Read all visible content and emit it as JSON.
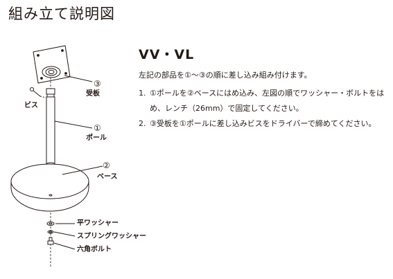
{
  "page_title": "組み立て説明図",
  "model": "VV・VL",
  "intro": "左記の部品を①～③の順に差し込み組み付けます。",
  "steps": [
    {
      "num": "1.",
      "text": "①ポールを②ベースにはめ込み、左図の順でワッシャー・ボルトをはめ、レンチ（26mm）で固定してください。"
    },
    {
      "num": "2.",
      "text": "③受板を①ポールに差し込みビスをドライバーで締めてください。"
    }
  ],
  "diagram": {
    "parts": [
      {
        "num": "③",
        "label": "受板"
      },
      {
        "num": "①",
        "label": "ポール"
      },
      {
        "num": "②",
        "label": "ベース"
      }
    ],
    "screw_label": "ビス",
    "hardware": [
      "平ワッシャー",
      "スプリングワッシャー",
      "六角ボルト"
    ]
  }
}
